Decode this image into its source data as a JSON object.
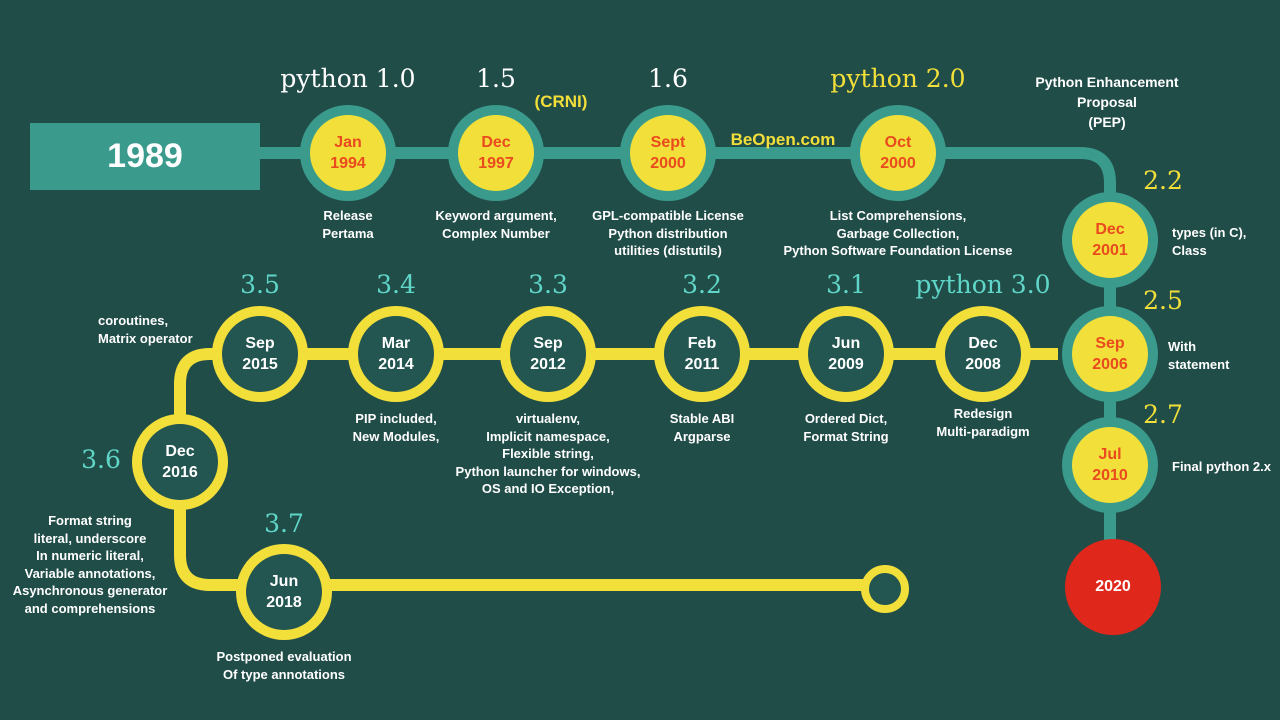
{
  "start": {
    "label": "1989"
  },
  "end": {
    "label": "2020"
  },
  "pep": [
    "Python Enhancement",
    "Proposal",
    "(PEP)"
  ],
  "tags": {
    "crni": "(CRNI)",
    "beopen": "BeOpen.com"
  },
  "colors": {
    "background": "#214d49",
    "teal_path": "#3a9a8c",
    "yellow_path": "#f2df3a",
    "node_text_orange": "#e94a1e",
    "end_red": "#e0271c",
    "version_cyan": "#5fd6c7"
  },
  "milestones": [
    {
      "id": "v1-0",
      "version": "python 1.0",
      "month": "Jan",
      "year": "1994",
      "features": [
        "Release",
        "Pertama"
      ]
    },
    {
      "id": "v1-5",
      "version": "1.5",
      "month": "Dec",
      "year": "1997",
      "features": [
        "Keyword argument,",
        "Complex Number"
      ]
    },
    {
      "id": "v1-6",
      "version": "1.6",
      "month": "Sept",
      "year": "2000",
      "features": [
        "GPL-compatible License",
        "Python distribution",
        "utilities (distutils)"
      ]
    },
    {
      "id": "v2-0",
      "version": "python 2.0",
      "month": "Oct",
      "year": "2000",
      "features": [
        "List Comprehensions,",
        "Garbage Collection,",
        "Python Software Foundation License"
      ]
    },
    {
      "id": "v2-2",
      "version": "2.2",
      "month": "Dec",
      "year": "2001",
      "features": [
        "types (in C),",
        "Class"
      ]
    },
    {
      "id": "v2-5",
      "version": "2.5",
      "month": "Sep",
      "year": "2006",
      "features": [
        "With",
        "statement"
      ]
    },
    {
      "id": "v2-7",
      "version": "2.7",
      "month": "Jul",
      "year": "2010",
      "features": [
        "Final python 2.x"
      ]
    },
    {
      "id": "v3-0",
      "version": "python 3.0",
      "month": "Dec",
      "year": "2008",
      "features": [
        "Redesign",
        "Multi-paradigm"
      ]
    },
    {
      "id": "v3-1",
      "version": "3.1",
      "month": "Jun",
      "year": "2009",
      "features": [
        "Ordered Dict,",
        "Format String"
      ]
    },
    {
      "id": "v3-2",
      "version": "3.2",
      "month": "Feb",
      "year": "2011",
      "features": [
        "Stable ABI",
        "Argparse"
      ]
    },
    {
      "id": "v3-3",
      "version": "3.3",
      "month": "Sep",
      "year": "2012",
      "features": [
        "virtualenv,",
        "Implicit namespace,",
        "Flexible string,",
        "Python launcher for windows,",
        "OS and IO Exception,"
      ]
    },
    {
      "id": "v3-4",
      "version": "3.4",
      "month": "Mar",
      "year": "2014",
      "features": [
        "PIP included,",
        "New Modules,"
      ]
    },
    {
      "id": "v3-5",
      "version": "3.5",
      "month": "Sep",
      "year": "2015",
      "features": [
        "coroutines,",
        "Matrix operator"
      ]
    },
    {
      "id": "v3-6",
      "version": "3.6",
      "month": "Dec",
      "year": "2016",
      "features": [
        "Format string",
        "literal, underscore",
        "In numeric literal,",
        "Variable annotations,",
        "Asynchronous generator",
        "and comprehensions"
      ]
    },
    {
      "id": "v3-7",
      "version": "3.7",
      "month": "Jun",
      "year": "2018",
      "features": [
        "Postponed evaluation",
        "Of type annotations"
      ]
    }
  ]
}
